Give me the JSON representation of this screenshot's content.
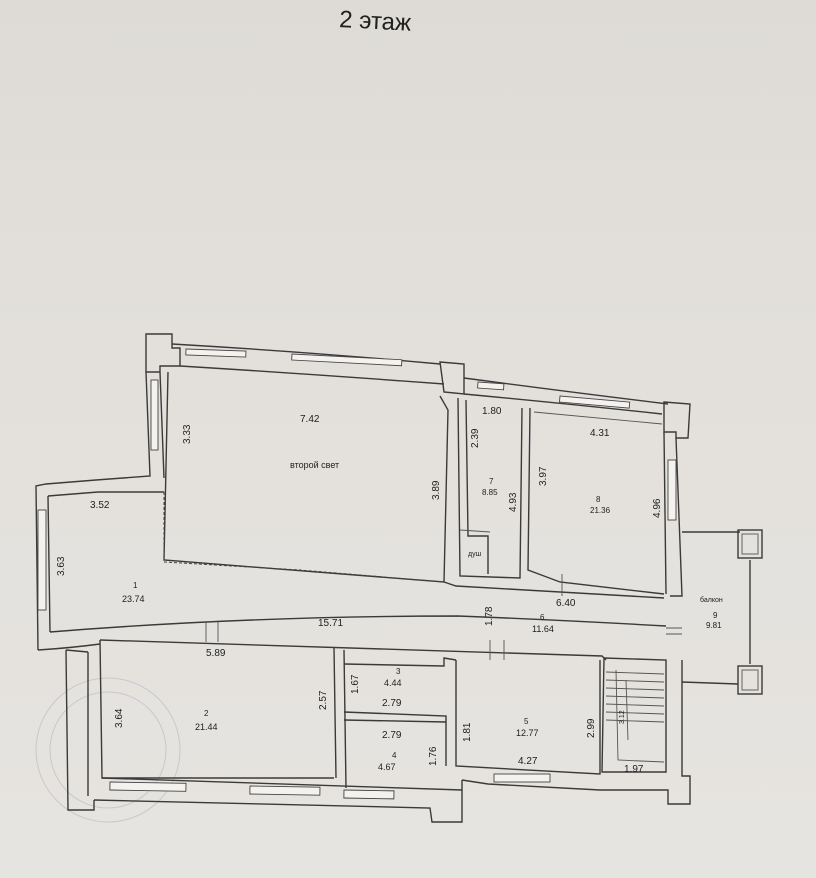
{
  "title": "2 этаж",
  "rooms": [
    {
      "id": "room-1",
      "number": "1",
      "area": "23.74"
    },
    {
      "id": "room-2",
      "number": "2",
      "area": "21.44"
    },
    {
      "id": "room-3",
      "number": "3",
      "area": "4.44"
    },
    {
      "id": "room-4",
      "number": "4",
      "area": "4.67"
    },
    {
      "id": "room-5",
      "number": "5",
      "area": "12.77"
    },
    {
      "id": "room-6",
      "number": "6",
      "area": "11.64"
    },
    {
      "id": "room-7",
      "number": "7",
      "area": "8.85"
    },
    {
      "id": "room-8",
      "number": "8",
      "area": "21.36"
    },
    {
      "id": "room-9",
      "number": "9",
      "area": "9.81"
    }
  ],
  "labels": {
    "second_light": "второй свет",
    "shower": "душ",
    "balcony": "балкон"
  },
  "dimensions": {
    "d_742": "7.42",
    "d_333": "3.33",
    "d_389": "3.89",
    "d_180": "1.80",
    "d_239": "2.39",
    "d_493": "4.93",
    "d_431": "4.31",
    "d_397": "3.97",
    "d_496": "4.96",
    "d_352": "3.52",
    "d_363": "3.63",
    "d_640": "6.40",
    "d_178": "1.78",
    "d_1571": "15.71",
    "d_589": "5.89",
    "d_364": "3.64",
    "d_257": "2.57",
    "d_167": "1.67",
    "d_279a": "2.79",
    "d_279b": "2.79",
    "d_176": "1.76",
    "d_181": "1.81",
    "d_299": "2.99",
    "d_427": "4.27",
    "d_312": "3.12",
    "d_197": "1.97"
  }
}
